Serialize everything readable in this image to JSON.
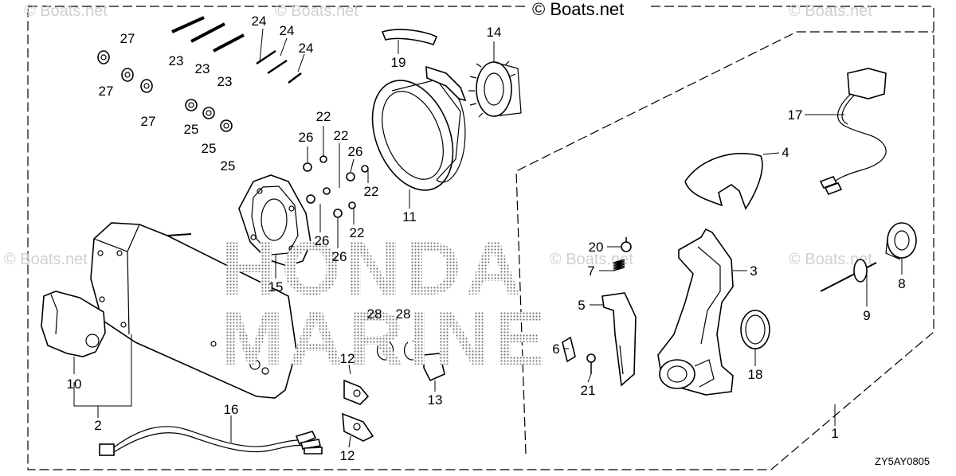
{
  "copyright_top": "© Boats.net",
  "watermark": "© Boats.net",
  "brand_line1": "HONDA",
  "brand_line2": "MARINE",
  "diagram_code": "ZY5AY0805",
  "labels": {
    "l1": "1",
    "l2": "2",
    "l3": "3",
    "l4": "4",
    "l5": "5",
    "l6": "6",
    "l7": "7",
    "l8": "8",
    "l9": "9",
    "l10": "10",
    "l11": "11",
    "l12a": "12",
    "l12b": "12",
    "l13": "13",
    "l14": "14",
    "l15": "15",
    "l16": "16",
    "l17": "17",
    "l18": "18",
    "l19": "19",
    "l20": "20",
    "l21": "21",
    "l22a": "22",
    "l22b": "22",
    "l22c": "22",
    "l22d": "22",
    "l23a": "23",
    "l23b": "23",
    "l23c": "23",
    "l24a": "24",
    "l24b": "24",
    "l24c": "24",
    "l25a": "25",
    "l25b": "25",
    "l25c": "25",
    "l26a": "26",
    "l26b": "26",
    "l26c": "26",
    "l26d": "26",
    "l27a": "27",
    "l27b": "27",
    "l27c": "27",
    "l28a": "28",
    "l28b": "28"
  }
}
